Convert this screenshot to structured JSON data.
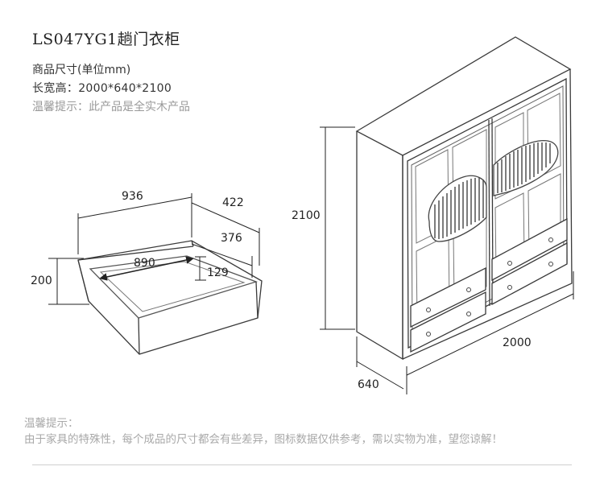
{
  "title": "LS047YG1趟门衣柜",
  "spec": {
    "size_label": "商品尺寸(单位mm)",
    "dimensions": "长宽高：2000*640*2100",
    "tip": "温馨提示：此产品是全实木产品"
  },
  "drawer_dims": {
    "outer_width": "936",
    "outer_depth": "422",
    "inner_depth": "376",
    "inner_width": "890",
    "inner_height": "129",
    "height": "200"
  },
  "wardrobe_dims": {
    "height": "2100",
    "width": "2000",
    "depth": "640"
  },
  "note": {
    "heading": "温馨提示：",
    "body": "由于家具的特殊性，每个成品的尺寸都会有些差异，图标数据仅供参考，需以实物为准，望您谅解！"
  }
}
